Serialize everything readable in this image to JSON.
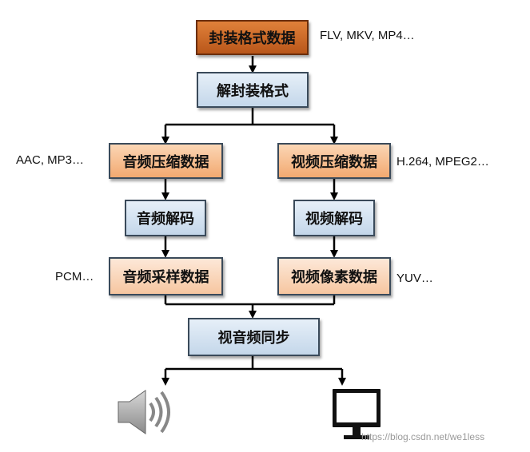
{
  "nodes": {
    "container_data": "封装格式数据",
    "demux": "解封装格式",
    "audio_compressed": "音频压缩数据",
    "video_compressed": "视频压缩数据",
    "audio_decode": "音频解码",
    "video_decode": "视频解码",
    "audio_sample": "音频采样数据",
    "video_pixel": "视频像素数据",
    "av_sync": "视音频同步"
  },
  "notes": {
    "container_formats": "FLV, MKV, MP4…",
    "audio_formats": "AAC, MP3…",
    "video_formats": "H.264, MPEG2…",
    "audio_raw": "PCM…",
    "video_raw": "YUV…"
  },
  "icons": {
    "speaker": "speaker-icon",
    "monitor": "monitor-icon"
  },
  "watermark": "https://blog.csdn.net/we1less",
  "colors": {
    "dark_box": "#c8652a",
    "orange_box": "#f5b887",
    "peach_box": "#f9d7bd",
    "blue_box": "#d6e3f0",
    "arrow": "#000000"
  }
}
